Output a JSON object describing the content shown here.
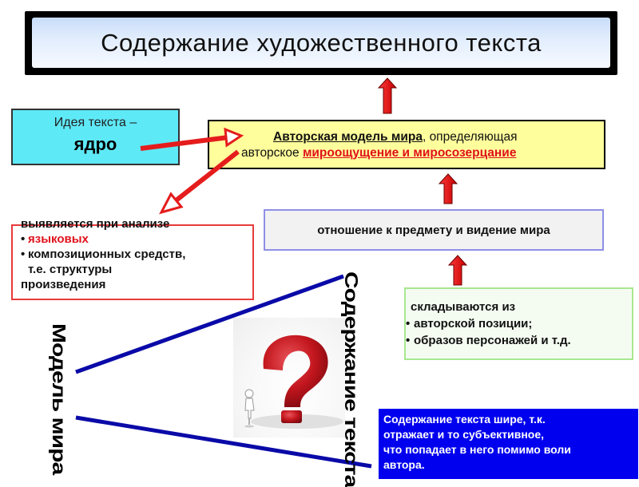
{
  "title": "Содержание художественного текста",
  "idea": {
    "line1": "Идея текста –",
    "line2": "ядро"
  },
  "author_model": {
    "part1_underlined": "Авторская модель мира",
    "part1_rest": ", определяющая",
    "part2_plain": "авторское ",
    "part2_red_underlined": "мироощущение и миросозерцание"
  },
  "relation": "отношение к предмету и видение мира",
  "reveal": {
    "lead": "выявляется при анализе",
    "items": [
      "языковых",
      "композиционных средств,",
      "т.е. структуры",
      "произведения"
    ]
  },
  "formed": {
    "lead": "складываются из",
    "items": [
      "авторской позиции;",
      "образов персонажей и т.д."
    ]
  },
  "wider": {
    "lines": [
      "Содержание текста шире, т.к.",
      " отражает и то субъективное,",
      "что попадает в него помимо воли",
      "автора."
    ]
  },
  "model_world_label": "Модель мира",
  "content_text_label": "Содержание текста",
  "colors": {
    "accent_red": "#e0101a",
    "title_bg": "#dbe8fb",
    "idea_bg": "#5ee9f7",
    "author_bg": "#fffe9c",
    "wider_bg": "#0000ee",
    "line_blue": "#0a0aa8"
  },
  "icons": {
    "question": "question-mark-icon",
    "figure": "thinking-figure-icon"
  }
}
